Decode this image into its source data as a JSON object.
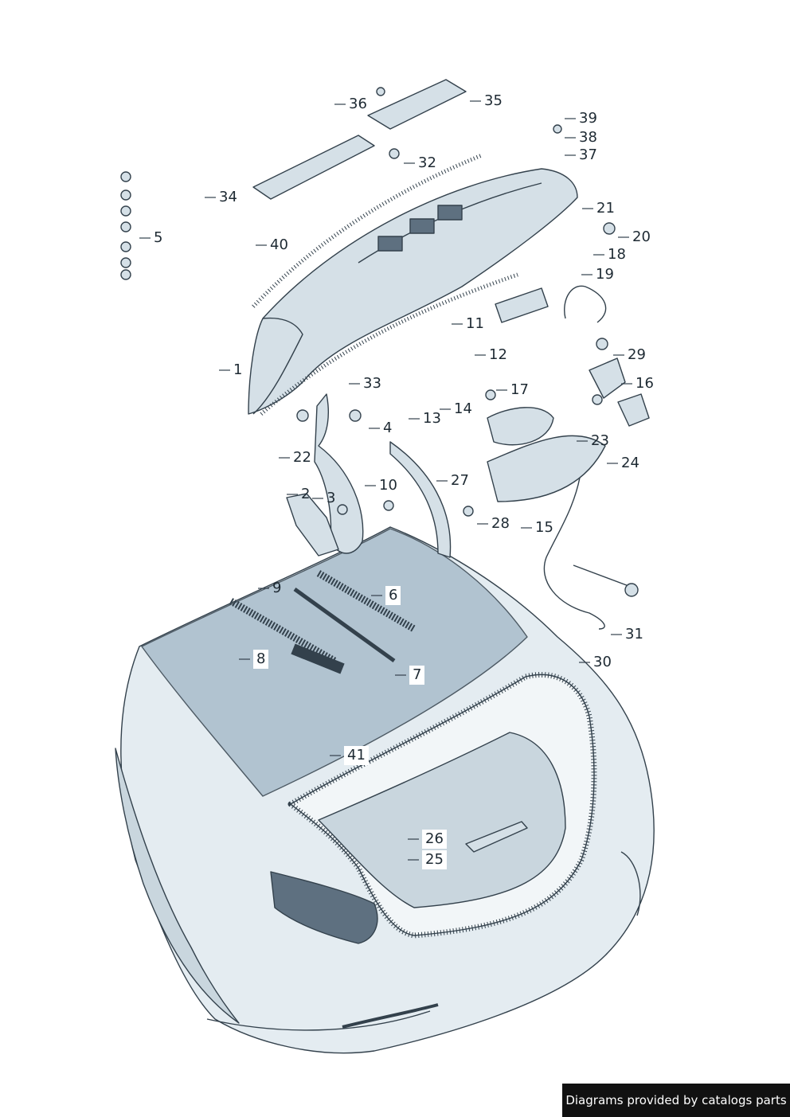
{
  "colors": {
    "line": "#33414c",
    "car_fill": "#e4ecf1",
    "car_shade": "#c9d6de",
    "glass": "#a9bccb",
    "part_fill": "#d5e0e7",
    "part_dark": "#5e7080",
    "credit_bg": "#111111"
  },
  "callouts": [
    {
      "id": "1",
      "label": "1"
    },
    {
      "id": "2",
      "label": "2"
    },
    {
      "id": "3",
      "label": "3"
    },
    {
      "id": "4",
      "label": "4"
    },
    {
      "id": "5",
      "label": "5"
    },
    {
      "id": "6",
      "label": "6"
    },
    {
      "id": "7",
      "label": "7"
    },
    {
      "id": "8",
      "label": "8"
    },
    {
      "id": "9",
      "label": "9"
    },
    {
      "id": "10",
      "label": "10"
    },
    {
      "id": "11",
      "label": "11"
    },
    {
      "id": "12",
      "label": "12"
    },
    {
      "id": "13",
      "label": "13"
    },
    {
      "id": "14",
      "label": "14"
    },
    {
      "id": "15",
      "label": "15"
    },
    {
      "id": "16",
      "label": "16"
    },
    {
      "id": "17",
      "label": "17"
    },
    {
      "id": "18",
      "label": "18"
    },
    {
      "id": "19",
      "label": "19"
    },
    {
      "id": "20",
      "label": "20"
    },
    {
      "id": "21",
      "label": "21"
    },
    {
      "id": "22",
      "label": "22"
    },
    {
      "id": "23",
      "label": "23"
    },
    {
      "id": "24",
      "label": "24"
    },
    {
      "id": "25",
      "label": "25"
    },
    {
      "id": "26",
      "label": "26"
    },
    {
      "id": "27",
      "label": "27"
    },
    {
      "id": "28",
      "label": "28"
    },
    {
      "id": "29",
      "label": "29"
    },
    {
      "id": "30",
      "label": "30"
    },
    {
      "id": "31",
      "label": "31"
    },
    {
      "id": "32",
      "label": "32"
    },
    {
      "id": "33",
      "label": "33"
    },
    {
      "id": "34",
      "label": "34"
    },
    {
      "id": "35",
      "label": "35"
    },
    {
      "id": "36",
      "label": "36"
    },
    {
      "id": "37",
      "label": "37"
    },
    {
      "id": "38",
      "label": "38"
    },
    {
      "id": "39",
      "label": "39"
    },
    {
      "id": "40",
      "label": "40"
    },
    {
      "id": "41",
      "label": "41"
    }
  ],
  "credit": "Diagrams provided by catalogs parts"
}
